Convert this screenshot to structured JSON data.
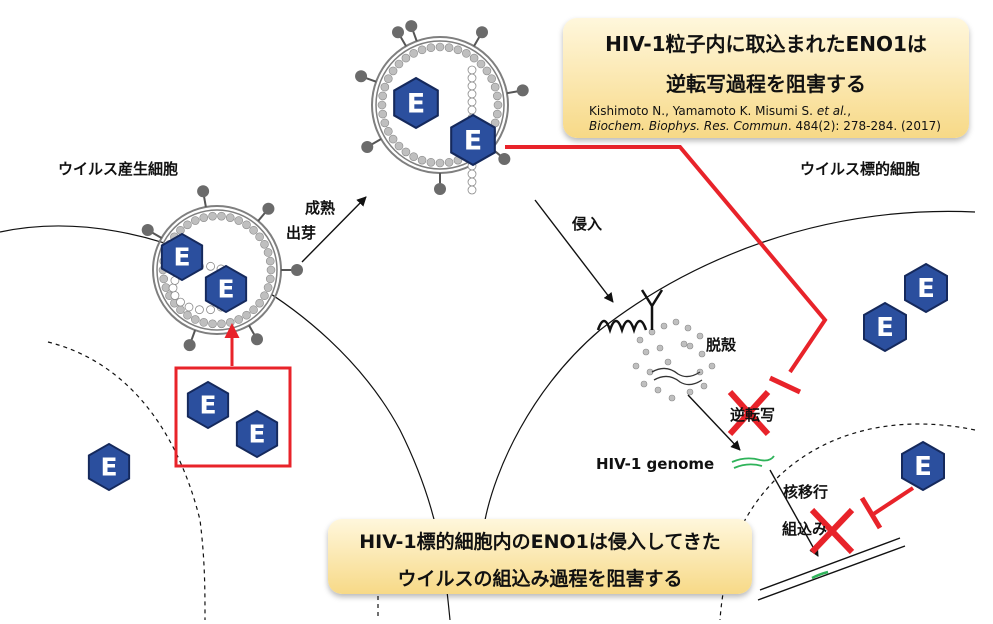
{
  "labels": {
    "producer_cell": "ウイルス産生細胞",
    "target_cell": "ウイルス標的細胞",
    "maturation": "成熟",
    "budding": "出芽",
    "entry": "侵入",
    "uncoating": "脱殻",
    "reverse_transcription": "逆転写",
    "genome": "HIV-1 genome",
    "nuclear_import": "核移行",
    "integration": "組込み",
    "eno1_symbol": "E"
  },
  "callout_top": {
    "line1": "HIV-1粒子内に取込まれたENO1は",
    "line2": "逆転写過程を阻害する",
    "ref_line1": "Kishimoto N., Yamamoto K. Misumi S. ",
    "ref_etal": "et al.",
    "ref_comma": ",",
    "ref_journal": "Biochem. Biophys. Res. Commun",
    "ref_rest": ". 484(2): 278-284. (2017)"
  },
  "callout_bottom": {
    "line1": "HIV-1標的細胞内のENO1は侵入してきた",
    "line2": "ウイルスの組込み過程を阻害する"
  },
  "colors": {
    "hexagon_fill": "#2b4f9e",
    "hexagon_edge": "#15295c",
    "inhibition": "#e8232a",
    "genome": "#2fb35a",
    "membrane": "#7f7f7f",
    "box_gradient_top": "#fff7dc",
    "box_gradient_bottom": "#f7d987"
  }
}
